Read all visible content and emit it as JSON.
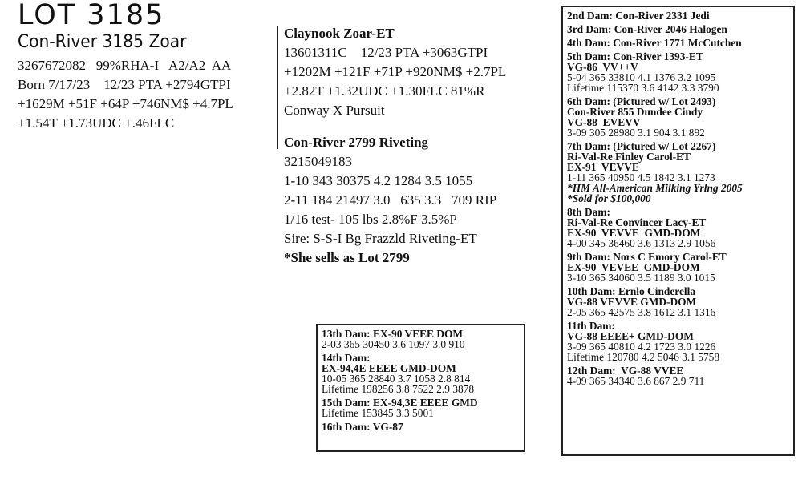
{
  "lot_title": "LOT 3185",
  "animal_name": "Con-River 3185 Zoar",
  "animal_lines": [
    "3267672082   99%RHA-I   A2/A2  AA",
    "Born 7/17/23    12/23 PTA +2794GTPI",
    "+1629M +51F +64P +746NM$ +4.7PL",
    "+1.54T +1.73UDC +.46FLC"
  ],
  "sire": {
    "name": "Claynook Zoar-ET",
    "lines": [
      "13601311C    12/23 PTA +3063GTPI",
      "+1202M +121F +71P +920NM$ +2.7PL",
      "+2.82T +1.32UDC +1.30FLC 81%R",
      "Conway X Pursuit"
    ]
  },
  "dam": {
    "name": "Con-River 2799 Riveting",
    "lines": [
      "3215049183",
      "1-10 343 30375 4.2 1284 3.5 1055",
      "2-11 184 21497 3.0   635 3.3   709 RIP",
      "1/16 test- 105 lbs 2.8%F 3.5%P",
      "Sire: S-S-I Bg Frazzld Riveting-ET"
    ],
    "note": "*She sells as Lot 2799"
  },
  "right_box": [
    [
      {
        "t": "2nd Dam: Con-River 2331 Jedi",
        "s": "b"
      }
    ],
    [
      {
        "t": "3rd Dam: Con-River 2046 Halogen",
        "s": "b"
      }
    ],
    [
      {
        "t": "4th Dam: Con-River 1771 McCutchen",
        "s": "b"
      }
    ],
    [
      {
        "t": "5th Dam: Con-River 1393-ET",
        "s": "b"
      },
      {
        "t": "VG-86  VV++V",
        "s": "b"
      },
      {
        "t": "5-04 365 33810 4.1 1376 3.2 1095",
        "s": "r"
      },
      {
        "t": "Lifetime 115370 3.6 4142 3.3 3790",
        "s": "r"
      }
    ],
    [
      {
        "t": "6th Dam: (Pictured w/ Lot 2493)",
        "s": "b"
      },
      {
        "t": "Con-River 855 Dundee Cindy",
        "s": "b"
      },
      {
        "t": "VG-88  EVEVV",
        "s": "b"
      },
      {
        "t": "3-09 305 28980 3.1 904 3.1 892",
        "s": "r"
      }
    ],
    [
      {
        "t": "7th Dam: (Pictured w/ Lot 2267)",
        "s": "b"
      },
      {
        "t": "Ri-Val-Re Finley Carol-ET",
        "s": "b"
      },
      {
        "t": "EX-91  VEVVE",
        "s": "b"
      },
      {
        "t": "1-11 365 40950 4.5 1842 3.1 1273",
        "s": "r"
      },
      {
        "t": "*HM All-American Milking Yrlng 2005",
        "s": "i"
      },
      {
        "t": "*Sold for $100,000",
        "s": "i"
      }
    ],
    [
      {
        "t": "8th Dam:",
        "s": "b"
      },
      {
        "t": "Ri-Val-Re Convincer Lacy-ET",
        "s": "b"
      },
      {
        "t": "EX-90  VEVVE  GMD-DOM",
        "s": "b"
      },
      {
        "t": "4-00 345 36460 3.6 1313 2.9 1056",
        "s": "r"
      }
    ],
    [
      {
        "t": "9th Dam: Nors C Emory Carol-ET",
        "s": "b"
      },
      {
        "t": "EX-90  VEVEE  GMD-DOM",
        "s": "b"
      },
      {
        "t": "3-10 365 34060 3.5 1189 3.0 1015",
        "s": "r"
      }
    ],
    [
      {
        "t": "10th Dam: Ernlo Cinderella",
        "s": "b"
      },
      {
        "t": "VG-88 VEVVE GMD-DOM",
        "s": "b"
      },
      {
        "t": "2-05 365 42575 3.8 1612 3.1 1316",
        "s": "r"
      }
    ],
    [
      {
        "t": "11th Dam:",
        "s": "b"
      },
      {
        "t": "VG-88 EEEE+ GMD-DOM",
        "s": "b"
      },
      {
        "t": "3-09 365 40810 4.2 1723 3.0 1226",
        "s": "r"
      },
      {
        "t": "Lifetime 120780 4.2 5046 3.1 5758",
        "s": "r"
      }
    ],
    [
      {
        "t": "12th Dam:  VG-88 VVEE",
        "s": "b"
      },
      {
        "t": "4-09 365 34340 3.6 867 2.9 711",
        "s": "r"
      }
    ]
  ],
  "bottom_box": [
    [
      {
        "t": "13th Dam: EX-90 VEEE DOM",
        "s": "b"
      },
      {
        "t": "2-03 365 30450 3.6 1097 3.0 910",
        "s": "r"
      }
    ],
    [
      {
        "t": "14th Dam:",
        "s": "b"
      },
      {
        "t": "EX-94,4E EEEE GMD-DOM",
        "s": "b"
      },
      {
        "t": "10-05 365 28840 3.7 1058 2.8 814",
        "s": "r"
      },
      {
        "t": "Lifetime 198256 3.8 7522 2.9 3878",
        "s": "r"
      }
    ],
    [
      {
        "t": "15th Dam: EX-94,3E EEEE GMD",
        "s": "b"
      },
      {
        "t": "Lifetime 153845 3.3 5001",
        "s": "r"
      }
    ],
    [
      {
        "t": "16th Dam: VG-87",
        "s": "b"
      }
    ]
  ]
}
